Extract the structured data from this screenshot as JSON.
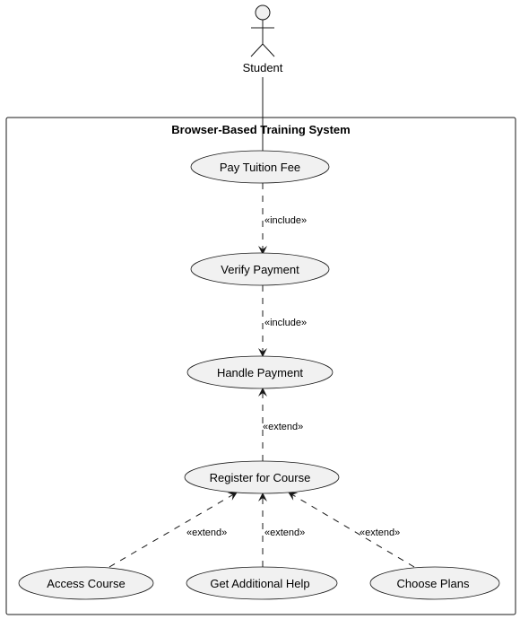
{
  "system": {
    "title": "Browser-Based Training System"
  },
  "actor": {
    "label": "Student"
  },
  "use_cases": {
    "pay_tuition": "Pay Tuition Fee",
    "verify_payment": "Verify Payment",
    "handle_payment": "Handle Payment",
    "register_course": "Register for Course",
    "access_course": "Access Course",
    "get_help": "Get Additional Help",
    "choose_plans": "Choose Plans"
  },
  "relations": {
    "include_1": "«include»",
    "include_2": "«include»",
    "extend_register": "«extend»",
    "extend_access": "«extend»",
    "extend_help": "«extend»",
    "extend_plans": "«extend»"
  },
  "colors": {
    "node_fill": "#f1f1f1",
    "stroke": "#181818",
    "background": "#ffffff"
  }
}
